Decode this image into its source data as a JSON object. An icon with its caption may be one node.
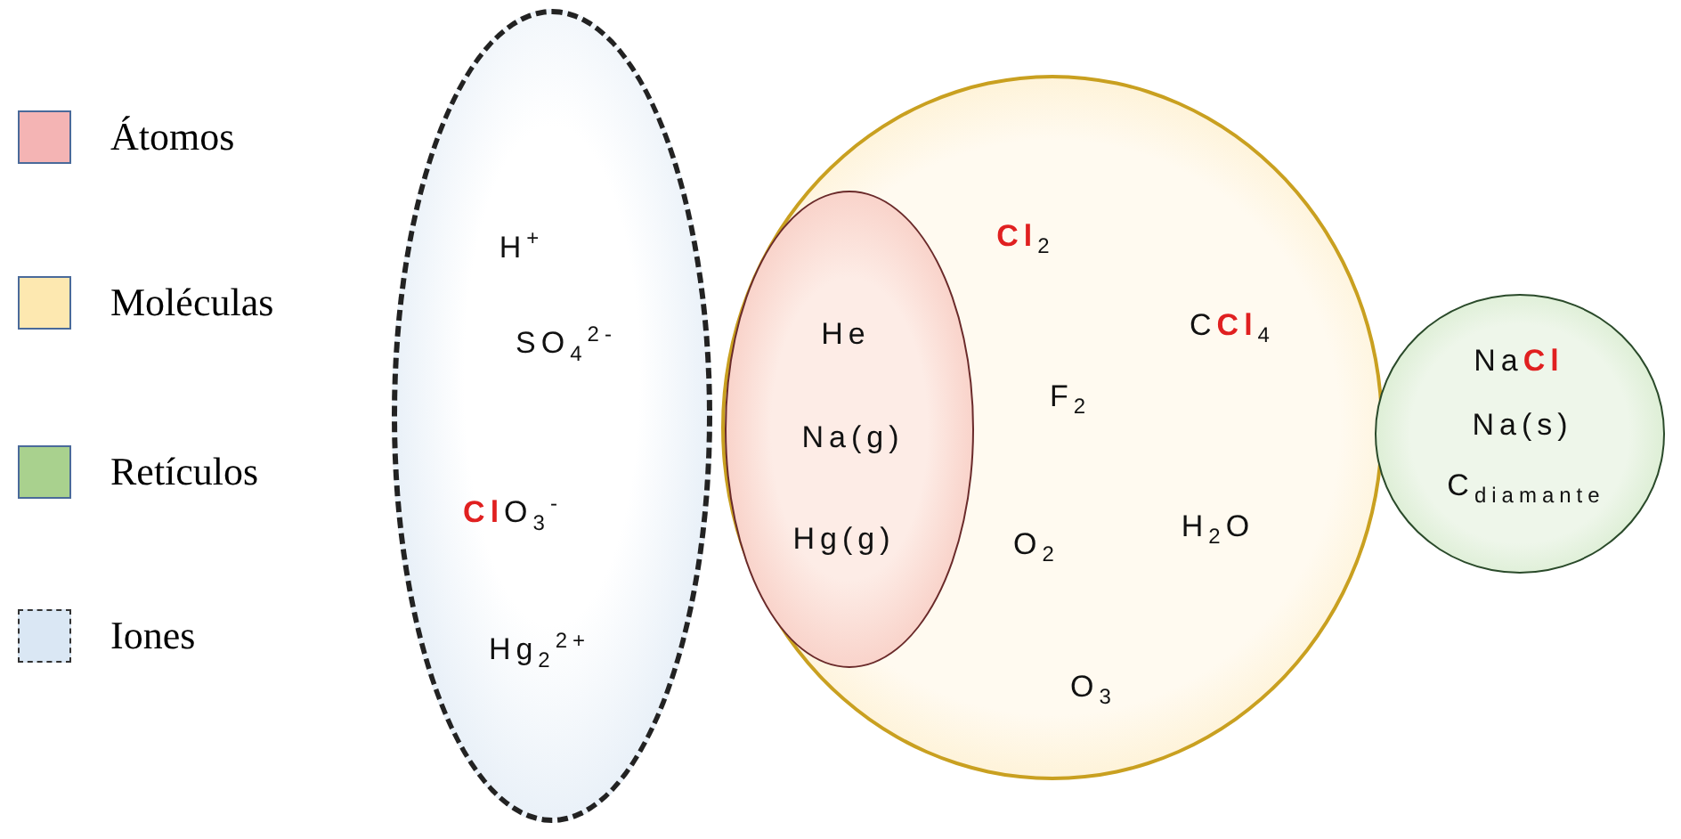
{
  "diagram": {
    "nodes": [
      {
        "text": [
          "H$^{+}$",
          "SO$_{4}$$^{2-}$",
          "**Cl**O$_{3}$$^{-}$",
          "Hg$_{2}$$^{2+}$"
        ]
      },
      {
        "text": [
          "**Cl**$_{2}$",
          "C**Cl**$_{4}$",
          "F$_{2}$",
          "O$_{2}$",
          "H$_{2}$O",
          "O$_{3}$"
        ]
      },
      {
        "text": [
          "He",
          "Na(g)",
          "Hg(g)"
        ],
        "in": 1
      },
      {
        "text": [
          "Na**Cl**",
          "Na(s)",
          "C$_{diamante}$"
        ]
      }
    ],
    "legend": [
      {
        "text": "Átomos",
        "color": "#f4b4b4"
      },
      {
        "text": "Moléculas",
        "color": "#fde8b0"
      },
      {
        "text": "Retículos",
        "color": "#a9d18e"
      },
      {
        "text": "Iones",
        "color": "#dae7f4"
      }
    ]
  }
}
